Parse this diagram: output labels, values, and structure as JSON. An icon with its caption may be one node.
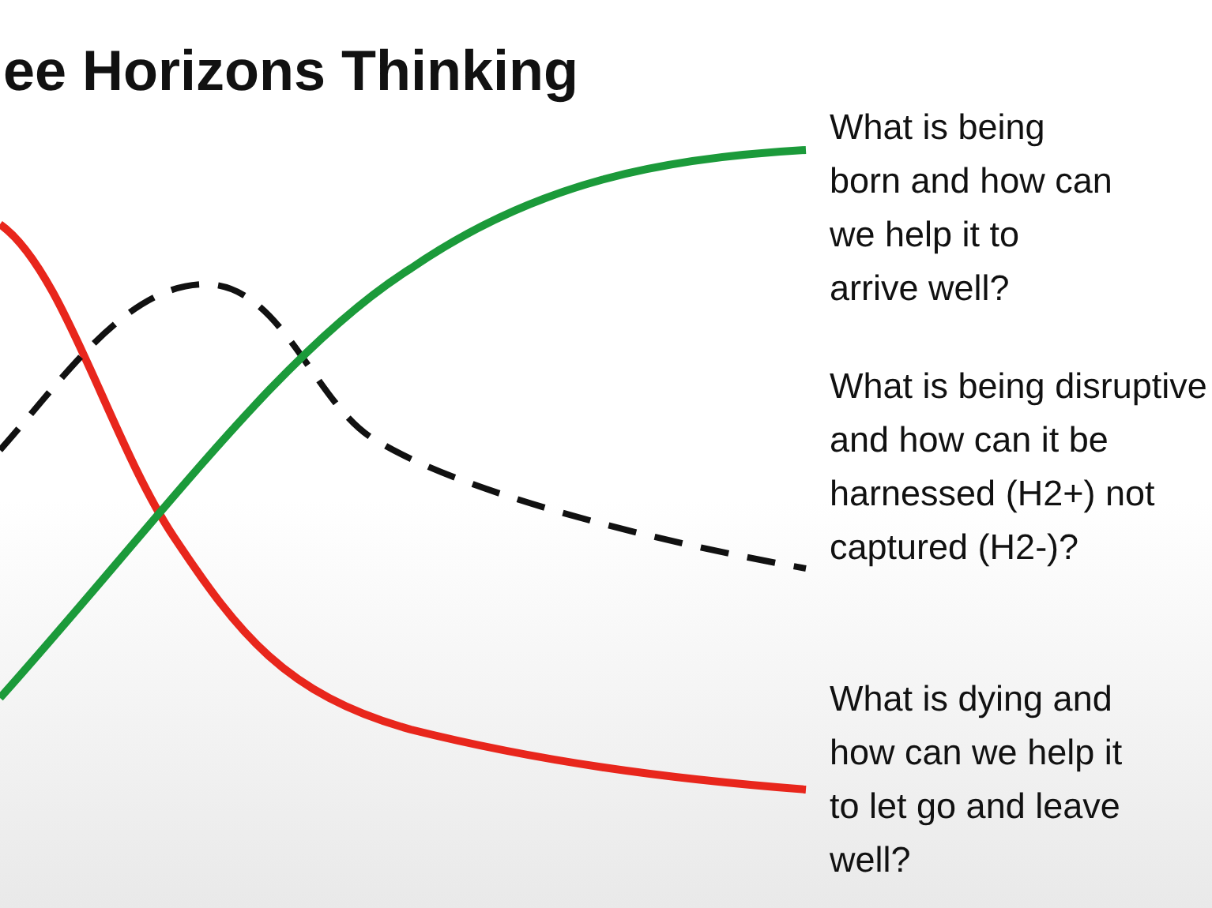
{
  "diagram": {
    "title": "ee Horizons Thinking",
    "labels": [
      "What is being born and how can we help it to arrive well?",
      "What is being disruptive and how can it be harnessed (H2+) not captured (H2-)?",
      "What is dying and how can we help it to let go and leave well?"
    ]
  }
}
